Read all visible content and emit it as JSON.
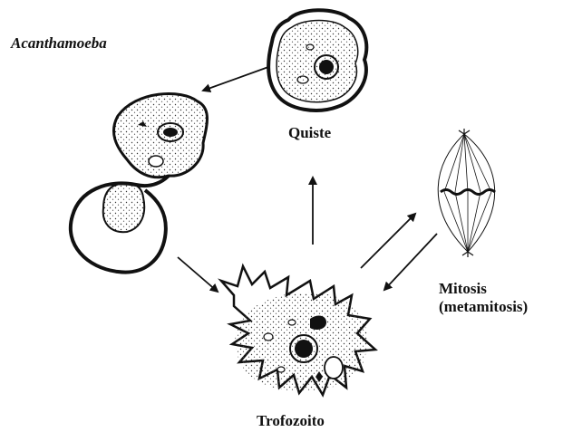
{
  "title": "Acanthamoeba",
  "labels": {
    "quiste": "Quiste",
    "mitosis_line1": "Mitosis",
    "mitosis_line2": "(metamitosis)",
    "trofozoito": "Trofozoito"
  },
  "colors": {
    "ink": "#111111",
    "background": "#ffffff"
  }
}
